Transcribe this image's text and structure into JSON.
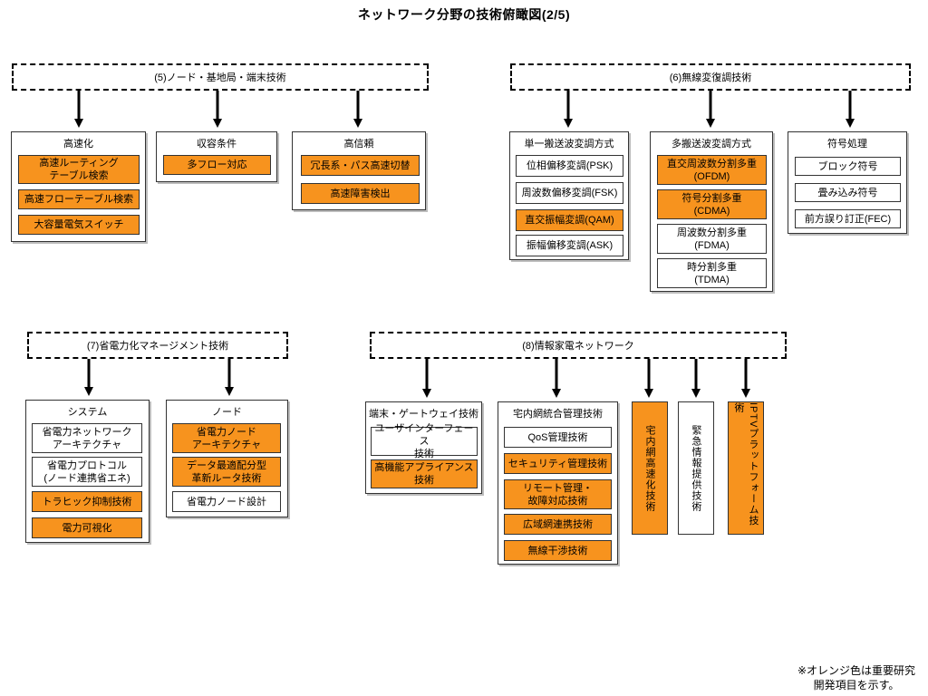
{
  "title": "ネットワーク分野の技術俯瞰図(2/5)",
  "colors": {
    "important": "#f7931e",
    "normal": "#ffffff"
  },
  "sections": {
    "s5": {
      "label": "(5)ノード・基地局・端末技術",
      "groups": [
        {
          "title": "高速化",
          "items": [
            {
              "text": "高速ルーティング\nテーブル検索",
              "important": true
            },
            {
              "text": "高速フローテーブル検索",
              "important": true
            },
            {
              "text": "大容量電気スイッチ",
              "important": true
            }
          ]
        },
        {
          "title": "収容条件",
          "items": [
            {
              "text": "多フロー対応",
              "important": true
            }
          ]
        },
        {
          "title": "高信頼",
          "items": [
            {
              "text": "冗長系・パス高速切替",
              "important": true
            },
            {
              "text": "高速障害検出",
              "important": true
            }
          ]
        }
      ]
    },
    "s6": {
      "label": "(6)無線変復調技術",
      "groups": [
        {
          "title": "単一搬送波変調方式",
          "items": [
            {
              "text": "位相偏移変調(PSK)",
              "important": false
            },
            {
              "text": "周波数偏移変調(FSK)",
              "important": false
            },
            {
              "text": "直交振幅変調(QAM)",
              "important": true
            },
            {
              "text": "振幅偏移変調(ASK)",
              "important": false
            }
          ]
        },
        {
          "title": "多搬送波変調方式",
          "items": [
            {
              "text": "直交周波数分割多重\n(OFDM)",
              "important": true
            },
            {
              "text": "符号分割多重\n(CDMA)",
              "important": true
            },
            {
              "text": "周波数分割多重\n(FDMA)",
              "important": false
            },
            {
              "text": "時分割多重\n(TDMA)",
              "important": false
            }
          ]
        },
        {
          "title": "符号処理",
          "items": [
            {
              "text": "ブロック符号",
              "important": false
            },
            {
              "text": "畳み込み符号",
              "important": false
            },
            {
              "text": "前方誤り訂正(FEC)",
              "important": false
            }
          ]
        }
      ]
    },
    "s7": {
      "label": "(7)省電力化マネージメント技術",
      "groups": [
        {
          "title": "システム",
          "items": [
            {
              "text": "省電力ネットワーク\nアーキテクチャ",
              "important": false
            },
            {
              "text": "省電力プロトコル\n(ノード連携省エネ)",
              "important": false
            },
            {
              "text": "トラヒック抑制技術",
              "important": true
            },
            {
              "text": "電力可視化",
              "important": true
            }
          ]
        },
        {
          "title": "ノード",
          "items": [
            {
              "text": "省電力ノード\nアーキテクチャ",
              "important": true
            },
            {
              "text": "データ最適配分型\n革新ルータ技術",
              "important": true
            },
            {
              "text": "省電力ノード設計",
              "important": false
            }
          ]
        }
      ]
    },
    "s8": {
      "label": "(8)情報家電ネットワーク",
      "groups": [
        {
          "title": "端末・ゲートウェイ技術",
          "items": [
            {
              "text": "ユーザインターフェース\n技術",
              "important": false
            },
            {
              "text": "高機能アプライアンス\n技術",
              "important": true
            }
          ]
        },
        {
          "title": "宅内網統合管理技術",
          "items": [
            {
              "text": "QoS管理技術",
              "important": false
            },
            {
              "text": "セキュリティ管理技術",
              "important": true
            },
            {
              "text": "リモート管理・\n故障対応技術",
              "important": true
            },
            {
              "text": "広域網連携技術",
              "important": true
            },
            {
              "text": "無線干渉技術",
              "important": true
            }
          ]
        }
      ],
      "vertical": [
        {
          "text": "宅内網高速化技術",
          "important": true
        },
        {
          "text": "緊急情報提供技術",
          "important": false
        },
        {
          "text": "IPTVプラットフォーム技術",
          "important": true
        }
      ]
    }
  },
  "note": "※オレンジ色は重要研究\n開発項目を示す。"
}
